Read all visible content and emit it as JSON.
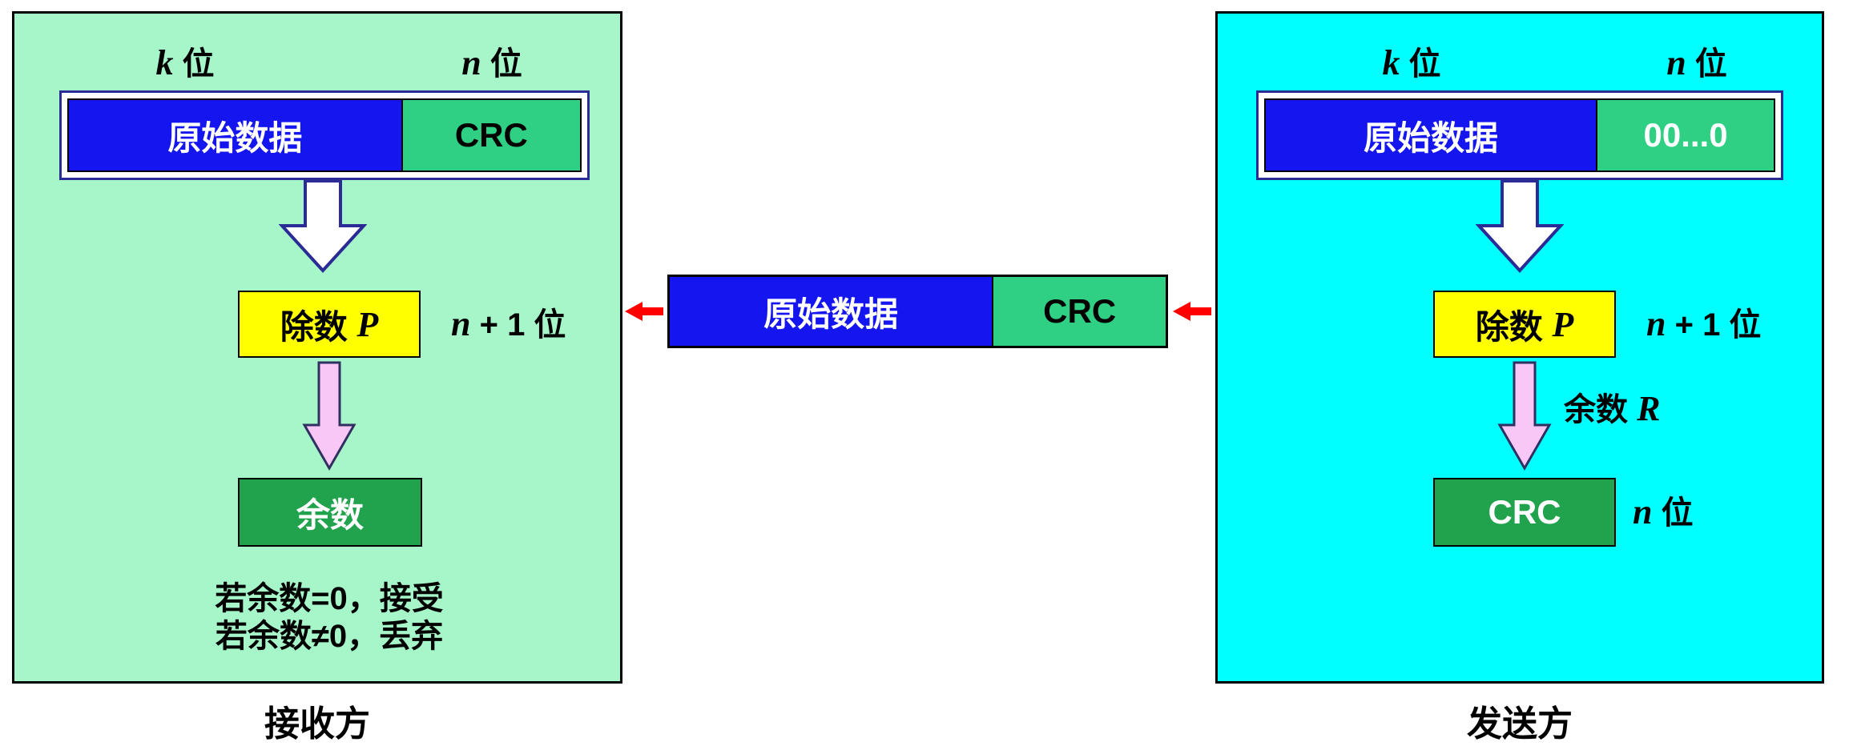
{
  "colors": {
    "receiver_bg": "#A6F6CA",
    "sender_bg": "#00FFFF",
    "data_blue": "#1515EF",
    "crc_green": "#2FCF84",
    "result_green": "#21A24D",
    "divisor_yellow": "#FFFF00",
    "arrow_pink": "#F9C7F5",
    "arrow_red": "#FF0000",
    "frame_border_navy": "#2B2B96"
  },
  "receiver": {
    "k_label": {
      "var": "k",
      "rest": " 位"
    },
    "n_label": {
      "var": "n",
      "rest": " 位"
    },
    "data_segment": "原始数据",
    "crc_segment": "CRC",
    "divisor_box": {
      "text": "除数 ",
      "var": "P"
    },
    "divisor_note": {
      "var": "n",
      "rest": " + 1 位"
    },
    "remainder_box": "余数",
    "note_line1": "若余数=0，接受",
    "note_line2": "若余数≠0，丢弃",
    "caption": "接收方"
  },
  "transmission": {
    "data_segment": "原始数据",
    "crc_segment": "CRC"
  },
  "sender": {
    "k_label": {
      "var": "k",
      "rest": " 位"
    },
    "n_label": {
      "var": "n",
      "rest": " 位"
    },
    "data_segment": "原始数据",
    "zeros_segment": "00...0",
    "divisor_box": {
      "text": "除数 ",
      "var": "P"
    },
    "divisor_note": {
      "var": "n",
      "rest": " + 1 位"
    },
    "remainder_note": {
      "text": "余数 ",
      "var": "R"
    },
    "crc_box": "CRC",
    "crc_note": {
      "var": "n",
      "rest": " 位"
    },
    "caption": "发送方"
  }
}
